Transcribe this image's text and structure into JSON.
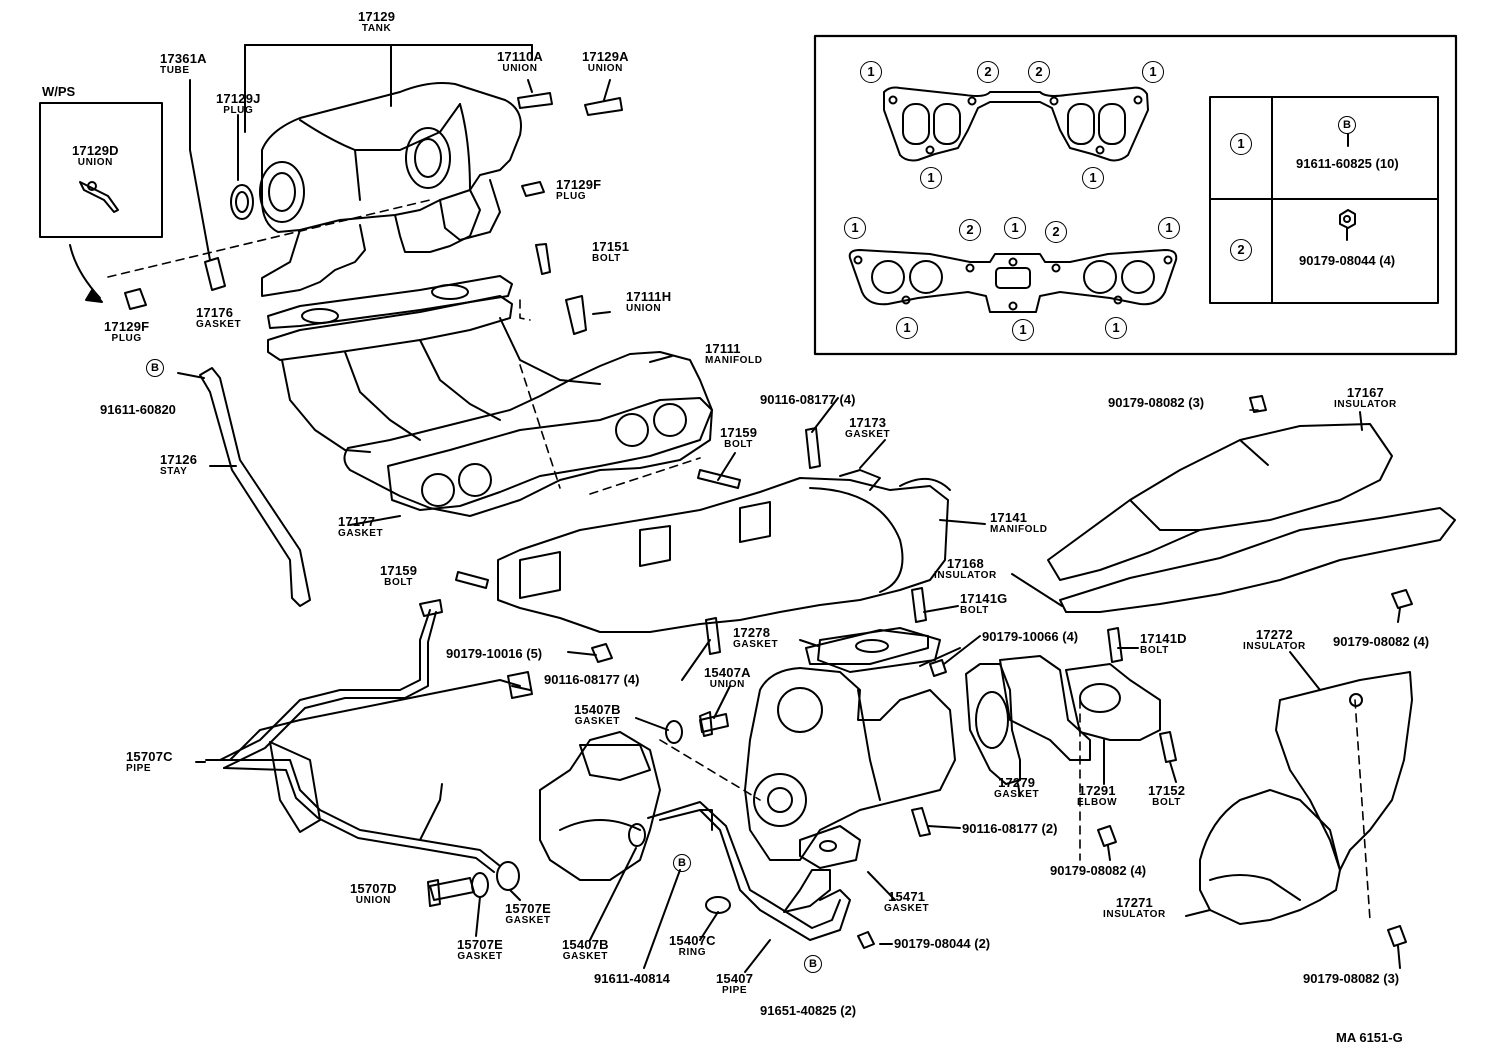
{
  "labels": {
    "tank": {
      "pn": "17129",
      "nm": "TANK"
    },
    "tube": {
      "pn": "17361A",
      "nm": "TUBE"
    },
    "union_a": {
      "pn": "17110A",
      "nm": "UNION"
    },
    "union_b": {
      "pn": "17129A",
      "nm": "UNION"
    },
    "plug_j": {
      "pn": "17129J",
      "nm": "PLUG"
    },
    "union_d": {
      "pn": "17129D",
      "nm": "UNION"
    },
    "plug_f1": {
      "pn": "17129F",
      "nm": "PLUG"
    },
    "plug_f2": {
      "pn": "17129F",
      "nm": "PLUG"
    },
    "bolt_17151": {
      "pn": "17151",
      "nm": "BOLT"
    },
    "gasket_17176": {
      "pn": "17176",
      "nm": "GASKET"
    },
    "union_17111h": {
      "pn": "17111H",
      "nm": "UNION"
    },
    "manifold_17111": {
      "pn": "17111",
      "nm": "MANIFOLD"
    },
    "stay": {
      "pn": "17126",
      "nm": "STAY"
    },
    "bolt_17159a": {
      "pn": "17159",
      "nm": "BOLT"
    },
    "gasket_17173": {
      "pn": "17173",
      "nm": "GASKET"
    },
    "gasket_17177": {
      "pn": "17177",
      "nm": "GASKET"
    },
    "manifold_17141": {
      "pn": "17141",
      "nm": "MANIFOLD"
    },
    "insulator_17168": {
      "pn": "17168",
      "nm": "INSULATOR"
    },
    "insulator_17167": {
      "pn": "17167",
      "nm": "INSULATOR"
    },
    "bolt_17159b": {
      "pn": "17159",
      "nm": "BOLT"
    },
    "bolt_17141g": {
      "pn": "17141G",
      "nm": "BOLT"
    },
    "gasket_17278": {
      "pn": "17278",
      "nm": "GASKET"
    },
    "bolt_17141d": {
      "pn": "17141D",
      "nm": "BOLT"
    },
    "insulator_17272": {
      "pn": "17272",
      "nm": "INSULATOR"
    },
    "union_15407a": {
      "pn": "15407A",
      "nm": "UNION"
    },
    "gasket_15407b1": {
      "pn": "15407B",
      "nm": "GASKET"
    },
    "pipe_15707c": {
      "pn": "15707C",
      "nm": "PIPE"
    },
    "gasket_17279": {
      "pn": "17279",
      "nm": "GASKET"
    },
    "elbow_17291": {
      "pn": "17291",
      "nm": "ELBOW"
    },
    "bolt_17152": {
      "pn": "17152",
      "nm": "BOLT"
    },
    "union_15707d": {
      "pn": "15707D",
      "nm": "UNION"
    },
    "gasket_15707e1": {
      "pn": "15707E",
      "nm": "GASKET"
    },
    "gasket_15707e2": {
      "pn": "15707E",
      "nm": "GASKET"
    },
    "gasket_15407b2": {
      "pn": "15407B",
      "nm": "GASKET"
    },
    "ring_15407c": {
      "pn": "15407C",
      "nm": "RING"
    },
    "pipe_15407": {
      "pn": "15407",
      "nm": "PIPE"
    },
    "gasket_15471": {
      "pn": "15471",
      "nm": "GASKET"
    },
    "insulator_17271": {
      "pn": "17271",
      "nm": "INSULATOR"
    }
  },
  "refs": {
    "r_91611_60820": "91611-60820",
    "r_90116_08177_a": "90116-08177 (4)",
    "r_90179_08082_3a": "90179-08082 (3)",
    "r_90179_08082_4a": "90179-08082 (4)",
    "r_90179_10066": "90179-10066 (4)",
    "r_90179_10016": "90179-10016 (5)",
    "r_90116_08177_b": "90116-08177 (4)",
    "r_90116_08177_c": "90116-08177 (2)",
    "r_90179_08082_4b": "90179-08082 (4)",
    "r_90179_08044_2": "90179-08044 (2)",
    "r_91611_40814": "91611-40814",
    "r_91651_40825": "91651-40825 (2)",
    "r_90179_08082_3b": "90179-08082 (3)"
  },
  "wps": "W/PS",
  "legend": {
    "row1_mark": "1",
    "row1_symbol": "B",
    "row1_part": "91611-60825 (10)",
    "row2_mark": "2",
    "row2_part": "90179-08044 (4)"
  },
  "marks": {
    "one": "1",
    "two": "2",
    "b": "B"
  },
  "footer": "MA 6151-G"
}
